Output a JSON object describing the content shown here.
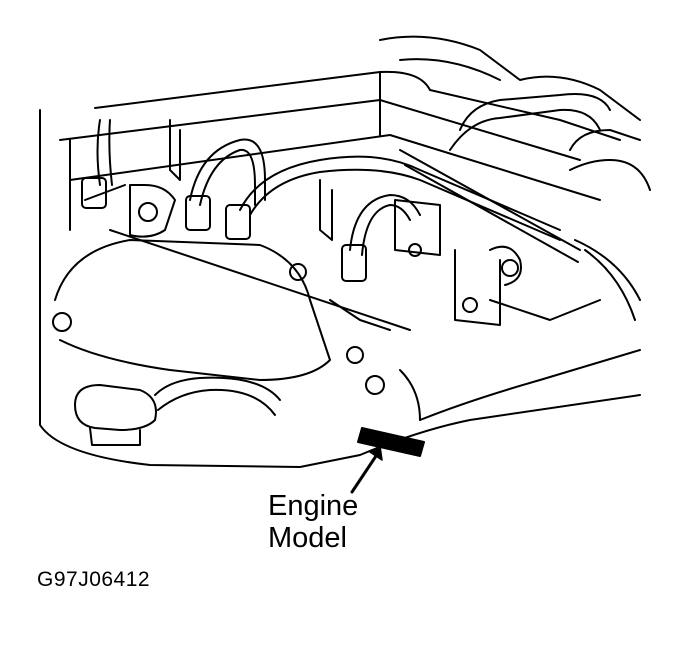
{
  "callout": {
    "line1": "Engine",
    "line2": "Model"
  },
  "figure_code": "G97J06412",
  "colors": {
    "ink": "#000000",
    "paper": "#ffffff"
  }
}
